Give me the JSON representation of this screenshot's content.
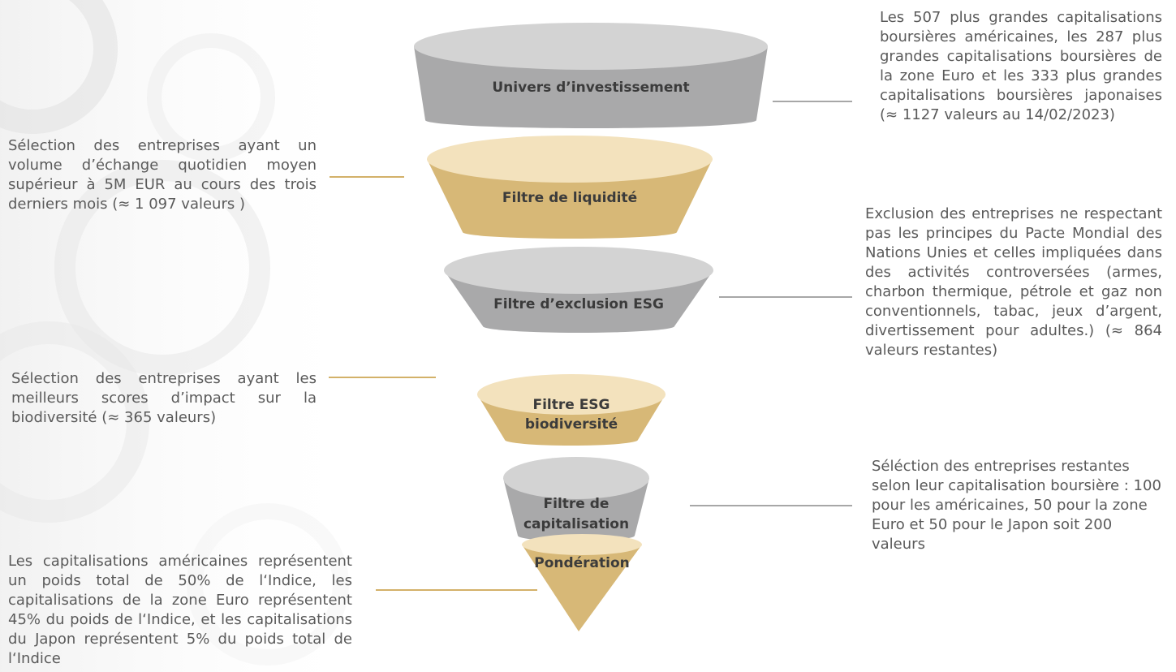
{
  "colors": {
    "gray_top": "#d3d3d3",
    "gray_body": "#a9a9aa",
    "gold_top": "#f3e2bd",
    "gold_body": "#d7b877",
    "gray_connector": "#a7a7a7",
    "gold_connector": "#d3b169"
  },
  "stages": [
    {
      "label_lines": [
        "Univers d’investissement"
      ],
      "color": "gray"
    },
    {
      "label_lines": [
        "Filtre de liquidité"
      ],
      "color": "gold"
    },
    {
      "label_lines": [
        "Filtre d’exclusion ESG"
      ],
      "color": "gray"
    },
    {
      "label_lines": [
        "Filtre ESG",
        "biodiversité"
      ],
      "color": "gold"
    },
    {
      "label_lines": [
        "Filtre de",
        "capitalisation"
      ],
      "color": "gray"
    },
    {
      "label_lines": [
        "Pondération"
      ],
      "color": "gold"
    }
  ],
  "descriptions": {
    "universe": "Les 507 plus grandes capitalisations boursières américaines, les 287 plus grandes capitalisations boursières de la zone Euro et les 333 plus grandes capitalisations boursières japonaises (≈ 1127 valeurs au 14/02/2023)",
    "liquidity": "Sélection des entreprises ayant un volume d’échange quotidien moyen supérieur à 5M EUR au cours des trois derniers mois (≈ 1 097 valeurs )",
    "esg_exclusion": "Exclusion des entreprises ne respectant pas les principes du Pacte Mondial des Nations Unies et celles impliquées dans des activités controversées (armes, charbon thermique, pétrole et gaz non conventionnels, tabac, jeux d’argent, divertissement pour adultes.) (≈ 864 valeurs restantes)",
    "biodiversity": "Sélection des entreprises ayant les meilleurs scores d’impact sur la biodiversité (≈ 365 valeurs)",
    "capitalisation": "Séléction des entreprises restantes selon leur capitalisation boursière : 100 pour les américaines, 50 pour la zone Euro et 50 pour le Japon soit 200 valeurs",
    "weighting": "Les capitalisations américaines représentent un poids total de 50% de l‘Indice, les capitalisations de la zone Euro représentent 45% du poids de l‘Indice, et les capitalisations du Japon représentent 5% du poids total de l‘Indice"
  }
}
